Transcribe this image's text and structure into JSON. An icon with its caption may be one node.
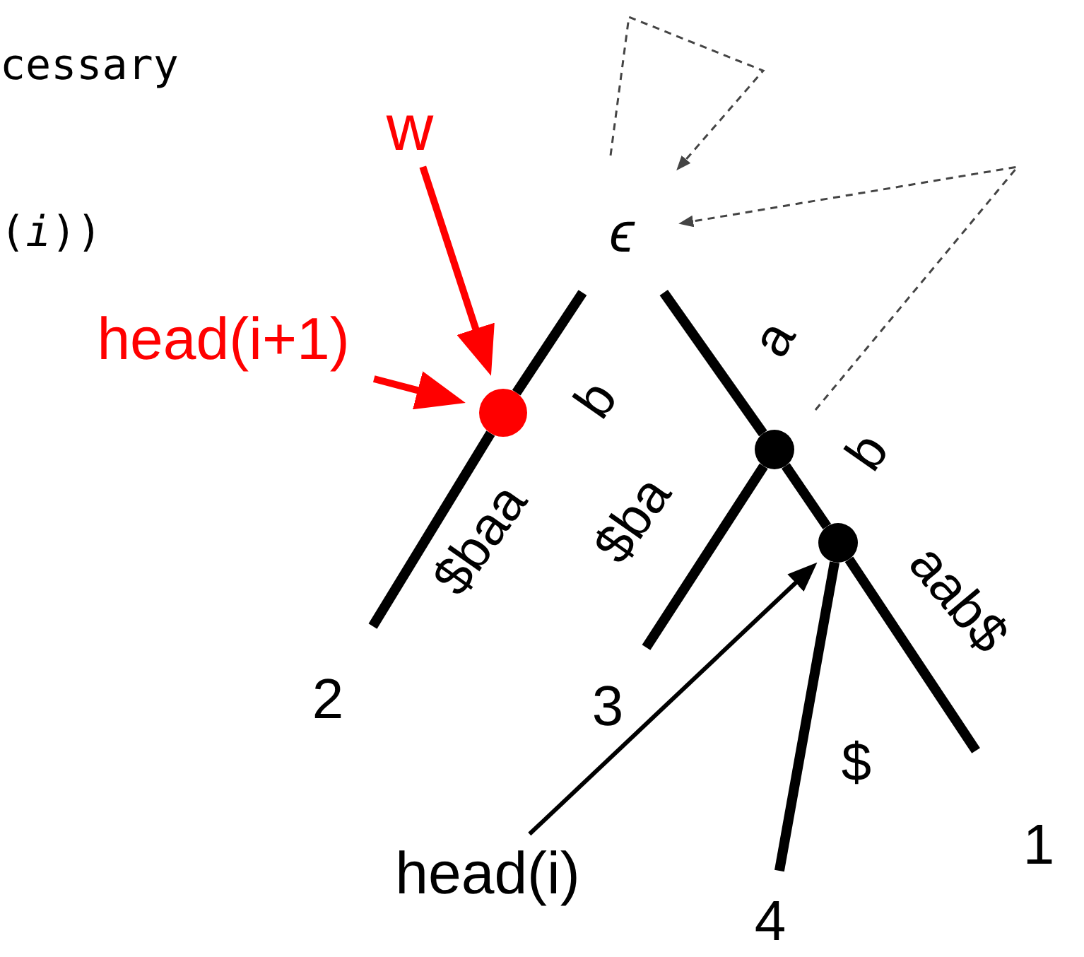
{
  "diagram": {
    "nodes": [
      {
        "text": [
          "ϵ"
        ]
      },
      {
        "text": [],
        "shape": "circle"
      },
      {
        "text": [],
        "shape": "circle"
      },
      {
        "text": [],
        "shape": "circle"
      },
      {
        "text": [
          "2"
        ]
      },
      {
        "text": [
          "3"
        ]
      },
      {
        "text": [
          "4"
        ]
      },
      {
        "text": [
          "1"
        ]
      },
      {
        "text": [
          "w"
        ]
      },
      {
        "text": [
          "head(i+1)"
        ]
      },
      {
        "text": [
          "head(i)"
        ]
      }
    ],
    "edges": [
      {
        "from": 0,
        "to": 1,
        "arrow": "none",
        "label": "b"
      },
      {
        "from": 1,
        "to": 4,
        "arrow": "none",
        "label": "$baa"
      },
      {
        "from": 0,
        "to": 2,
        "arrow": "none",
        "label": "a"
      },
      {
        "from": 2,
        "to": 5,
        "arrow": "none",
        "label": "$ba"
      },
      {
        "from": 2,
        "to": 3,
        "arrow": "none",
        "label": "b"
      },
      {
        "from": 3,
        "to": 7,
        "arrow": "none",
        "label": "aab$"
      },
      {
        "from": 3,
        "to": 6,
        "arrow": "none",
        "label": "$"
      },
      {
        "from": 8,
        "to": 1,
        "arrow": "to",
        "color": "#ff0000"
      },
      {
        "from": 9,
        "to": 1,
        "arrow": "to",
        "color": "#ff0000"
      },
      {
        "from": 10,
        "to": 3,
        "arrow": "to"
      },
      {
        "from": null,
        "to": 0,
        "arrow": "to",
        "style": "dashed"
      },
      {
        "from": null,
        "to": 0,
        "arrow": "to",
        "style": "dashed"
      }
    ],
    "labels": [
      "cessary",
      "(*i*))"
    ]
  }
}
